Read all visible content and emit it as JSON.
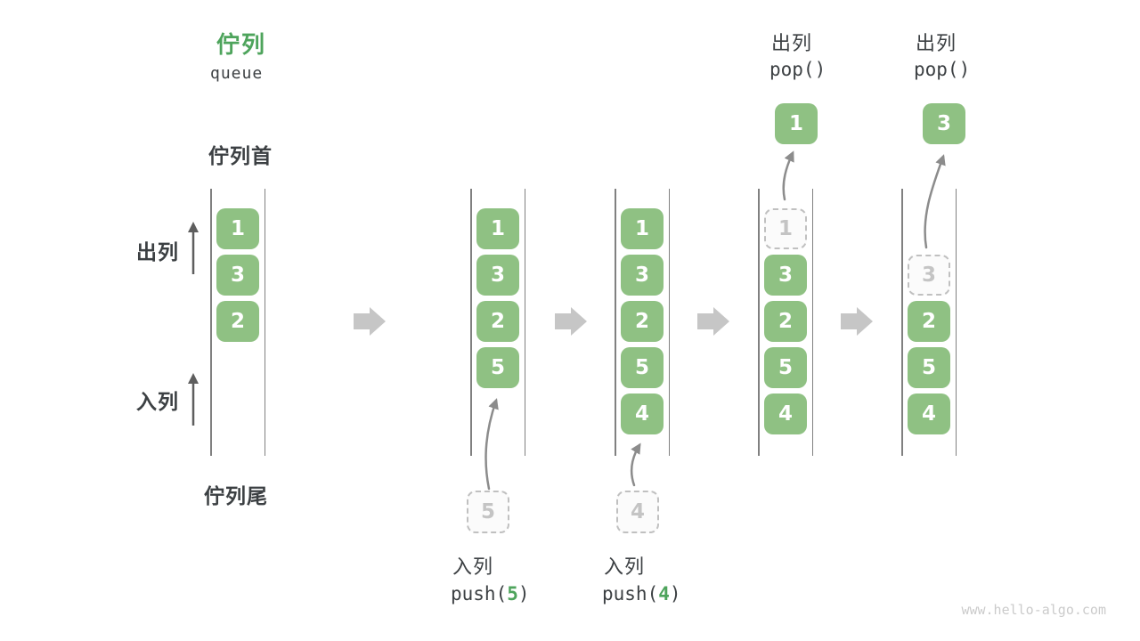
{
  "page": {
    "title_zh": "佇列",
    "title_en": "queue",
    "watermark": "www.hello-algo.com"
  },
  "labels": {
    "front": "佇列首",
    "rear": "佇列尾",
    "dequeue": "出列",
    "enqueue": "入列"
  },
  "operations": {
    "push5": {
      "name": "入列",
      "fn": "push(",
      "arg": "5",
      "close": ")"
    },
    "push4": {
      "name": "入列",
      "fn": "push(",
      "arg": "4",
      "close": ")"
    },
    "pop1": {
      "name": "出列",
      "fn": "pop()",
      "popped": "1"
    },
    "pop3": {
      "name": "出列",
      "fn": "pop()",
      "popped": "3"
    }
  },
  "queue_states": [
    {
      "id": 1,
      "items": [
        "1",
        "3",
        "2"
      ]
    },
    {
      "id": 2,
      "items": [
        "1",
        "3",
        "2",
        "5"
      ],
      "incoming": "5"
    },
    {
      "id": 3,
      "items": [
        "1",
        "3",
        "2",
        "5",
        "4"
      ],
      "incoming": "4"
    },
    {
      "id": 4,
      "items": [
        "3",
        "2",
        "5",
        "4"
      ],
      "removed": "1"
    },
    {
      "id": 5,
      "items": [
        "2",
        "5",
        "4"
      ],
      "removed": "3"
    }
  ],
  "colors": {
    "accent_green": "#4EA45C",
    "item_green": "#8FC183",
    "item_text": "#FFFFFF",
    "dashed_gray": "#C0C0C0",
    "text_dark": "#3C4043",
    "block_arrow_gray": "#C6C6C6",
    "curve_arrow_gray": "#8C8C8C",
    "rail_gray": "#808080",
    "watermark_gray": "#CBCBCB"
  }
}
